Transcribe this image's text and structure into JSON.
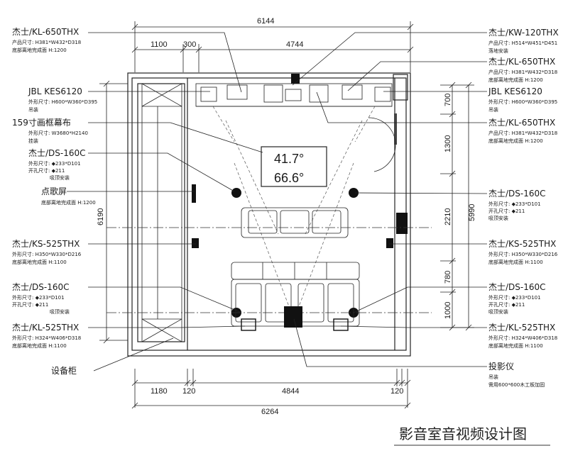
{
  "title": "影音室音视频设计图",
  "dimensions": {
    "top_total": "6144",
    "top_left": "1100",
    "top_mid": "300",
    "top_right": "4744",
    "bottom_left": "1180",
    "bottom_gap1": "120",
    "bottom_mid": "4844",
    "bottom_gap2": "120",
    "bottom_total": "6264",
    "left_total": "6190",
    "right_700": "700",
    "right_1300": "1300",
    "right_2210": "2210",
    "right_780": "780",
    "right_1000": "1000",
    "right_total": "5990"
  },
  "angles": {
    "horizontal": "41.7°",
    "vertical": "66.6°"
  },
  "left_labels": [
    {
      "name": "杰士/KL-650THX",
      "lines": [
        "产品尺寸: H381*W432*D318",
        "底部离地完成面 H:1200"
      ]
    },
    {
      "name": "JBL KES6120",
      "lines": [
        "外形尺寸: H600*W360*D395",
        "吊装"
      ]
    },
    {
      "name": "159寸画框幕布",
      "lines": [
        "外形尺寸: W3680*H2140",
        "挂装"
      ]
    },
    {
      "name": "杰士/DS-160C",
      "lines": [
        "外形尺寸: ◆233*D101",
        "开孔尺寸: ◆211",
        "吸顶安装"
      ]
    },
    {
      "name": "点歌屏",
      "lines": [
        "底部离地完成面 H:1200"
      ]
    },
    {
      "name": "杰士/KS-525THX",
      "lines": [
        "外形尺寸: H350*W330*D216",
        "底部离地完成面 H:1100"
      ]
    },
    {
      "name": "杰士/DS-160C",
      "lines": [
        "外形尺寸: ◆233*D101",
        "开孔尺寸: ◆211",
        "吸顶安装"
      ]
    },
    {
      "name": "杰士/KL-525THX",
      "lines": [
        "外形尺寸: H324*W406*D318",
        "底部离地完成面 H:1100"
      ]
    },
    {
      "name": "设备柜",
      "lines": []
    }
  ],
  "right_labels": [
    {
      "name": "杰士/KW-120THX",
      "lines": [
        "产品尺寸: H514*W451*D451",
        "落地安装"
      ]
    },
    {
      "name": "杰士/KL-650THX",
      "lines": [
        "产品尺寸: H381*W432*D318",
        "底部离地完成面 H:1200"
      ]
    },
    {
      "name": "JBL KES6120",
      "lines": [
        "外形尺寸: H600*W360*D395",
        "吊装"
      ]
    },
    {
      "name": "杰士/KL-650THX",
      "lines": [
        "产品尺寸: H381*W432*D318",
        "底部离地完成面 H:1200"
      ]
    },
    {
      "name": "杰士/DS-160C",
      "lines": [
        "外形尺寸: ◆233*D101",
        "开孔尺寸: ◆211",
        "吸顶安装"
      ]
    },
    {
      "name": "杰士/KS-525THX",
      "lines": [
        "外形尺寸: H350*W330*D216",
        "底部离地完成面 H:1100"
      ]
    },
    {
      "name": "杰士/DS-160C",
      "lines": [
        "外形尺寸: ◆233*D101",
        "开孔尺寸: ◆211",
        "吸顶安装"
      ]
    },
    {
      "name": "杰士/KL-525THX",
      "lines": [
        "外形尺寸: H324*W406*D318",
        "底部离地完成面 H:1100"
      ]
    },
    {
      "name": "投影仪",
      "lines": [
        "吊装",
        "需用600*600木工板加固"
      ]
    }
  ]
}
